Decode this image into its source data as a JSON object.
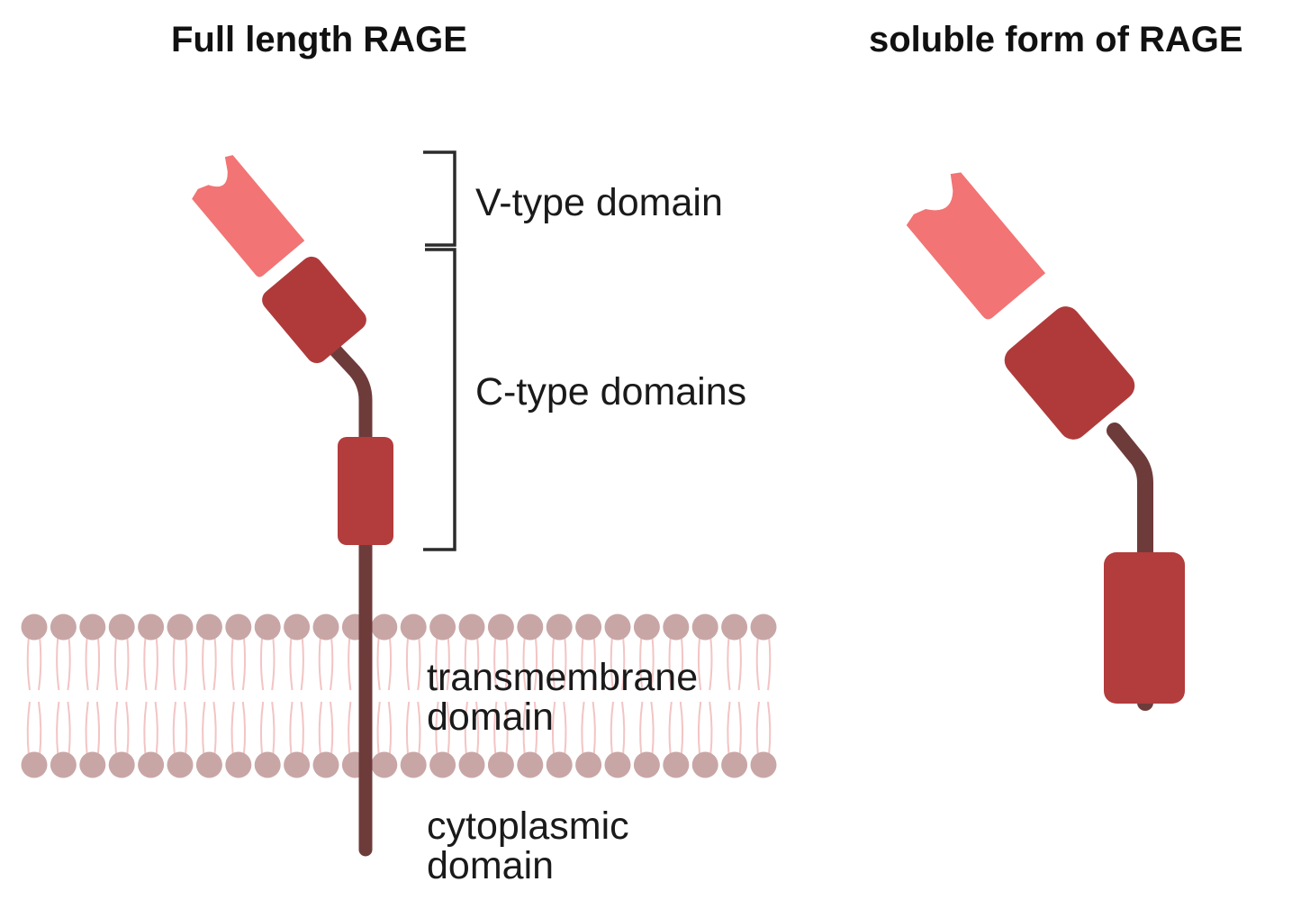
{
  "titles": {
    "full_length": "Full length RAGE",
    "soluble": "soluble form of RAGE"
  },
  "labels": {
    "v_type": "V-type domain",
    "c_type": "C-type domains",
    "transmembrane_line1": "transmembrane",
    "transmembrane_line2": "domain",
    "cytoplasmic_line1": "cytoplasmic",
    "cytoplasmic_line2": "domain"
  },
  "colors": {
    "v_domain": "#f27474",
    "c_domain_dark": "#b03a3a",
    "c_domain_mid": "#b33c3c",
    "linker": "#6e3b3b",
    "lipid_head": "#c9a6a6",
    "lipid_tail": "#f3c4c4",
    "bracket": "#2b2b2b"
  }
}
